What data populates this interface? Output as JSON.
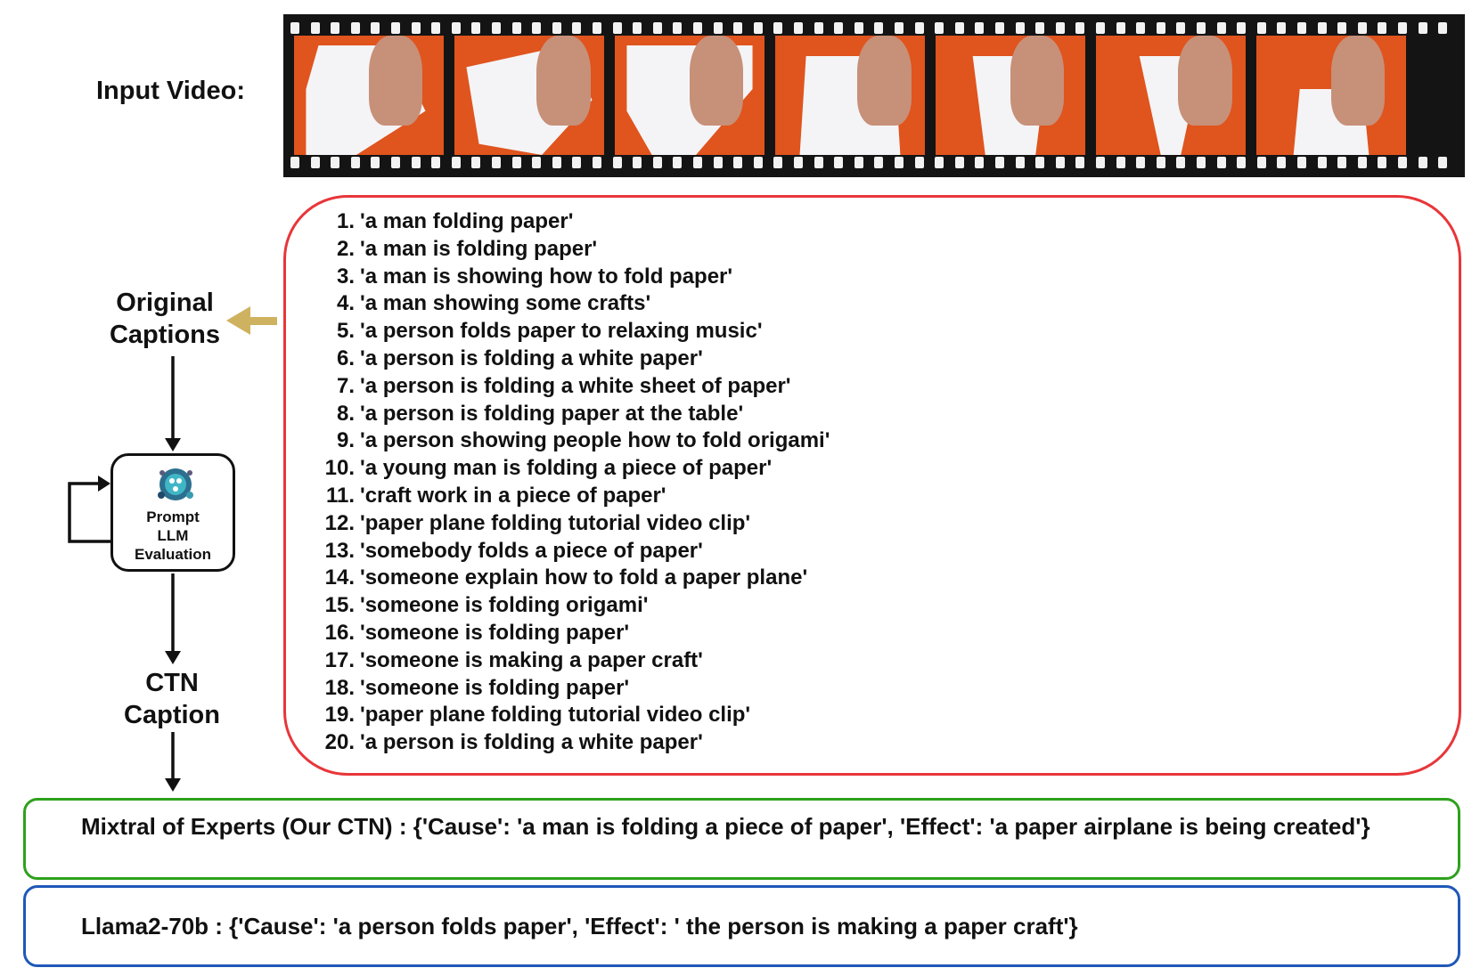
{
  "input_label": "Input Video:",
  "film_frames": [
    {
      "description_icon": "folding-paper-frame-1"
    },
    {
      "description_icon": "folding-paper-frame-2"
    },
    {
      "description_icon": "folding-paper-frame-3"
    },
    {
      "description_icon": "folding-paper-frame-4"
    },
    {
      "description_icon": "folding-paper-frame-5"
    },
    {
      "description_icon": "folding-paper-frame-6"
    },
    {
      "description_icon": "folding-paper-frame-7"
    }
  ],
  "left_pipeline": {
    "original_captions_line1": "Original",
    "original_captions_line2": "Captions",
    "prompt_box_line1": "Prompt",
    "prompt_box_line2": "LLM",
    "prompt_box_line3": "Evaluation",
    "ctn_line1": "CTN",
    "ctn_line2": "Caption"
  },
  "captions": [
    {
      "num": "1.",
      "text": "'a man folding paper'"
    },
    {
      "num": "2.",
      "text": "'a man is folding paper'"
    },
    {
      "num": "3.",
      "text": "'a man is showing how to fold paper'"
    },
    {
      "num": "4.",
      "text": "'a man showing some crafts'"
    },
    {
      "num": "5.",
      "text": "'a person folds paper to relaxing music'"
    },
    {
      "num": "6.",
      "text": "'a person is folding a white paper'"
    },
    {
      "num": "7.",
      "text": "'a person is folding a white sheet of paper'"
    },
    {
      "num": "8.",
      "text": "'a person is folding paper at the table'"
    },
    {
      "num": "9.",
      "text": "'a person showing people how to fold origami'"
    },
    {
      "num": "10.",
      "text": "'a young man is folding a piece of paper'"
    },
    {
      "num": "11.",
      "text": "'craft work in a piece of paper'"
    },
    {
      "num": "12.",
      "text": "'paper plane folding tutorial video clip'"
    },
    {
      "num": "13.",
      "text": "'somebody folds a piece of paper'"
    },
    {
      "num": "14.",
      "text": "'someone explain how to fold a paper plane'"
    },
    {
      "num": "15.",
      "text": "'someone is folding origami'"
    },
    {
      "num": "16.",
      "text": "'someone is folding paper'"
    },
    {
      "num": "17.",
      "text": "'someone is making a paper craft'"
    },
    {
      "num": "18.",
      "text": "'someone is folding paper'"
    },
    {
      "num": "19.",
      "text": "'paper plane folding tutorial video clip'"
    },
    {
      "num": "20.",
      "text": "'a person is folding a white paper'"
    }
  ],
  "results": {
    "mixtral": "Mixtral of Experts (Our CTN) : {'Cause': 'a man is folding a piece of paper', 'Effect': 'a paper airplane is being created'}",
    "llama": "Llama2-70b : {'Cause': 'a person folds paper', 'Effect': ' the person is making a paper craft'}"
  },
  "colors": {
    "captions_border": "#e8363a",
    "mixtral_border": "#2ea11d",
    "llama_border": "#1f58b8",
    "feedback_arrow": "#cfb25f",
    "film_background": "#e0541e"
  }
}
